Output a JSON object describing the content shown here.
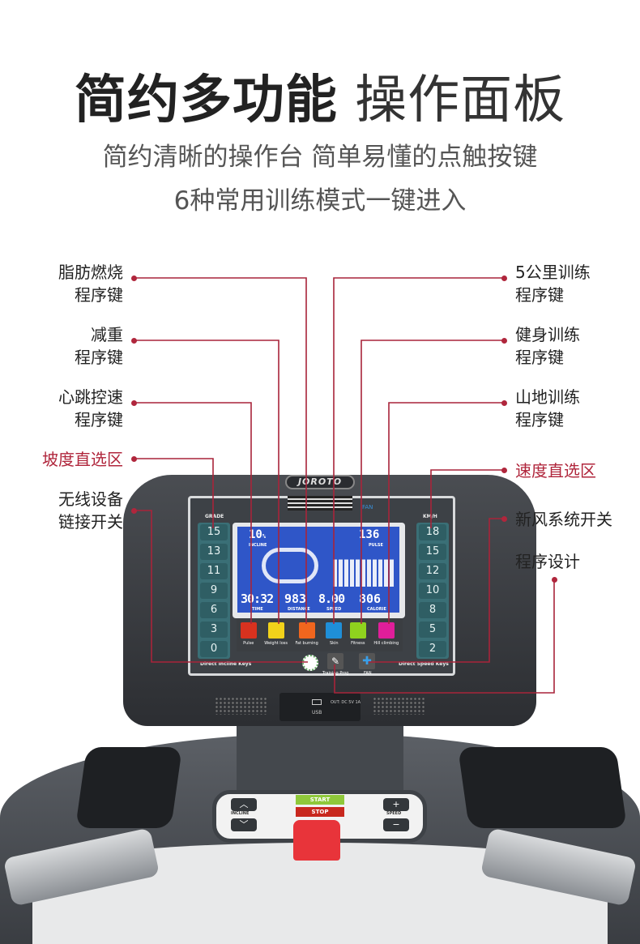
{
  "header": {
    "title_bold": "简约多功能",
    "title_light": "操作面板",
    "subtitle_line1": "简约清晰的操作台 简单易懂的点触按键",
    "subtitle_line2": "6种常用训练模式一键进入"
  },
  "annotations": {
    "left": [
      {
        "line1": "脂肪燃烧",
        "line2": "程序键"
      },
      {
        "line1": "减重",
        "line2": "程序键"
      },
      {
        "line1": "心跳控速",
        "line2": "程序键"
      },
      {
        "line1": "坡度直选区",
        "line2": ""
      },
      {
        "line1": "无线设备",
        "line2": "链接开关"
      }
    ],
    "right": [
      {
        "line1": "5公里训练",
        "line2": "程序键"
      },
      {
        "line1": "健身训练",
        "line2": "程序键"
      },
      {
        "line1": "山地训练",
        "line2": "程序键"
      },
      {
        "line1": "速度直选区",
        "line2": ""
      },
      {
        "line1": "新风系统开关",
        "line2": ""
      },
      {
        "line1": "程序设计",
        "line2": ""
      }
    ],
    "accent_color": "#b0263c"
  },
  "panel": {
    "brand": "JOROTO",
    "fan_top": "FAN",
    "grade_label": "GRADE",
    "speed_label": "KM/H",
    "grade_keys": [
      "15",
      "13",
      "11",
      "9",
      "6",
      "3",
      "0"
    ],
    "speed_keys": [
      "18",
      "15",
      "12",
      "10",
      "8",
      "5",
      "2"
    ],
    "lcd": {
      "incline": "10",
      "incline_unit": "%",
      "incline_label": "INCLINE",
      "pulse": "136",
      "pulse_label": "PULSE",
      "time": "30:32",
      "time_label": "TIME",
      "distance": "983",
      "distance_label": "DISTANCE",
      "speed": "8.00",
      "speed_label": "SPEED",
      "calorie": "806",
      "calorie_label": "CALORIE"
    },
    "programs": [
      {
        "label": "Pulse",
        "color": "#d8321f"
      },
      {
        "label": "Weight loss",
        "color": "#f2d21a"
      },
      {
        "label": "Fat burning",
        "color": "#f0661e"
      },
      {
        "label": "Skin",
        "color": "#1f8fd8"
      },
      {
        "label": "Fitness",
        "color": "#8fd21e"
      },
      {
        "label": "Hill climbing",
        "color": "#e01e9a"
      }
    ],
    "incline_keys_label": "Direct Incline Keys",
    "speed_keys_label": "Direct Speed Keys",
    "training_prog": "Training Prog",
    "fan": "FAN",
    "usb_out": "OUT: DC 5V 1A",
    "usb": "USB"
  },
  "console": {
    "start": "START",
    "stop": "STOP",
    "incline": "INCLINE",
    "speed": "SPEED",
    "up": "︿",
    "down": "﹀",
    "plus": "+",
    "minus": "−"
  }
}
